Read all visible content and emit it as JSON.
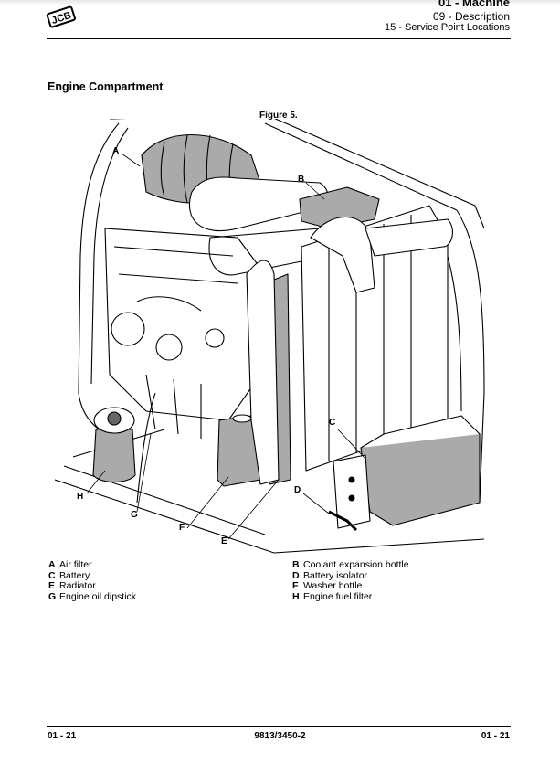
{
  "header": {
    "logo_text": "JCB",
    "chapter": "01 - Machine",
    "section": "09 - Description",
    "subsection": "15 - Service Point Locations"
  },
  "content": {
    "section_title": "Engine Compartment",
    "figure_caption": "Figure 5.",
    "callouts": {
      "A": "A",
      "B": "B",
      "C": "C",
      "D": "D",
      "E": "E",
      "F": "F",
      "G": "G",
      "H": "H"
    },
    "legend_left": [
      {
        "key": "A",
        "label": "Air filter"
      },
      {
        "key": "C",
        "label": "Battery"
      },
      {
        "key": "E",
        "label": "Radiator"
      },
      {
        "key": "G",
        "label": "Engine oil dipstick"
      }
    ],
    "legend_right": [
      {
        "key": "B",
        "label": "Coolant expansion bottle"
      },
      {
        "key": "D",
        "label": "Battery isolator"
      },
      {
        "key": "F",
        "label": "Washer bottle"
      },
      {
        "key": "H",
        "label": "Engine fuel filter"
      }
    ],
    "highlight_color": "#aaaaaa"
  },
  "footer": {
    "page_left": "01 - 21",
    "doc_number": "9813/3450-2",
    "page_right": "01 - 21"
  }
}
